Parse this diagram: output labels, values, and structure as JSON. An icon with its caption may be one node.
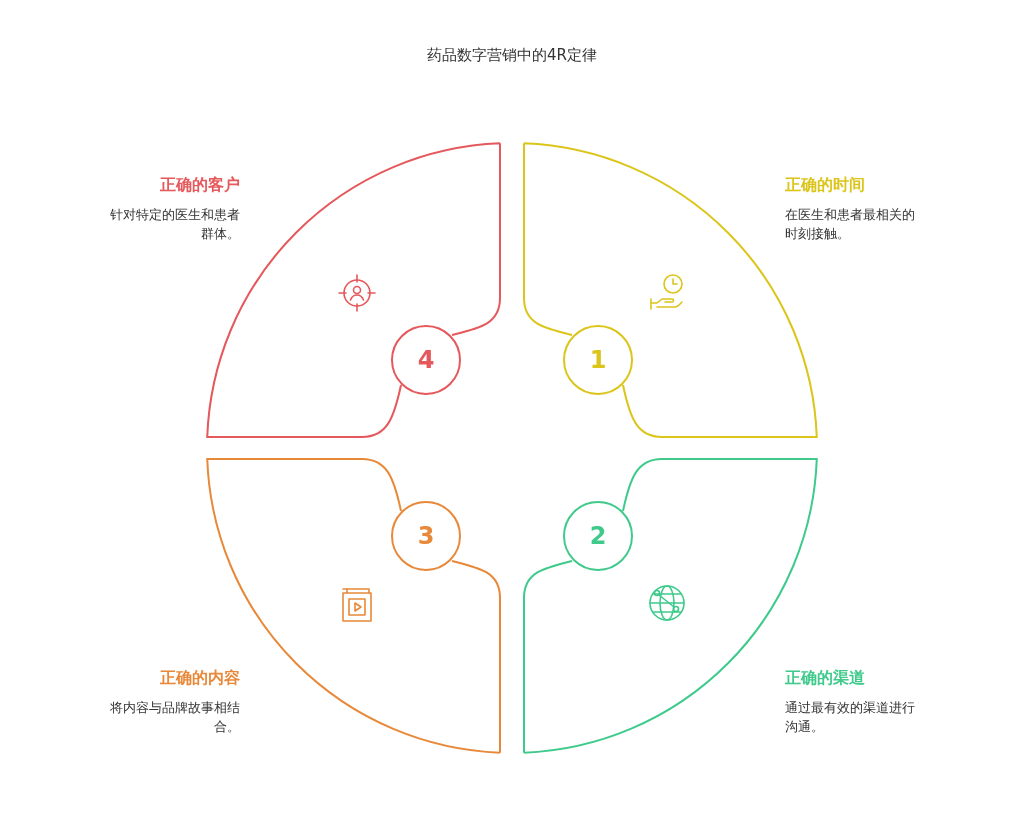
{
  "diagram": {
    "title": "药品数字营销中的4R定律",
    "nodes": [
      {
        "text": [
          "4"
        ],
        "beside": [
          "正确的客户",
          "针对特定的医生和患者群体。"
        ]
      },
      {
        "text": [
          "1"
        ],
        "beside": [
          "正确的时间",
          "在医生和患者最相关的时刻接触。"
        ]
      },
      {
        "text": [
          "3"
        ],
        "beside": [
          "正确的内容",
          "将内容与品牌故事相结合。"
        ]
      },
      {
        "text": [
          "2"
        ],
        "beside": [
          "正确的渠道",
          "通过最有效的渠道进行沟通。"
        ]
      }
    ]
  }
}
